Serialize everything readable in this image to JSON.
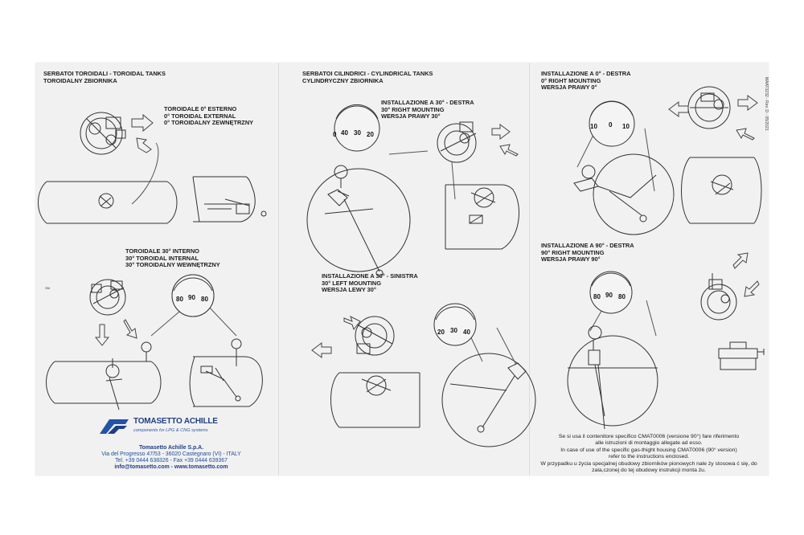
{
  "headings": {
    "toroidal_section": [
      "SERBATOI TOROIDALI - TOROIDAL TANKS",
      "TOROIDALNY ZBIORNIKA"
    ],
    "toroidal_0": [
      "TOROIDALE 0° ESTERNO",
      "0° TOROIDAL EXTERNAL",
      "0° TOROIDALNY ZEWNĘTRZNY"
    ],
    "toroidal_30": [
      "TOROIDALE 30° INTERNO",
      "30° TOROIDAL INTERNAL",
      "30° TOROIDALNY WEWNĘTRZNY"
    ],
    "cylindrical_section": [
      "SERBATOI CILINDRICI - CYLINDRICAL TANKS",
      "CYLINDRYCZNY ZBIORNIKA"
    ],
    "right_30": [
      "INSTALLAZIONE A 30° - DESTRA",
      "30° RIGHT MOUNTING",
      "WERSJA PRAWY 30°"
    ],
    "left_30": [
      "INSTALLAZIONE A 30° - SINISTRA",
      "30° LEFT MOUNTING",
      "WERSJA LEWY 30°"
    ],
    "right_0": [
      "INSTALLAZIONE A 0° - DESTRA",
      "0° RIGHT MOUNTING",
      "WERSJA PRAWY 0°"
    ],
    "right_90": [
      "INSTALLAZIONE A 90° - DESTRA",
      "90° RIGHT MOUNTING",
      "WERSJA PRAWY 90°"
    ]
  },
  "dials": {
    "cyl_right_30": [
      "0",
      "40",
      "30",
      "20"
    ],
    "tor_30": [
      "80",
      "90",
      "80"
    ],
    "cyl_left_30": [
      "20",
      "30",
      "40"
    ],
    "right_0": [
      "10",
      "0",
      "10"
    ],
    "right_90": [
      "80",
      "90",
      "80"
    ]
  },
  "document_code": "MAAT3232 - Rev. D - 05/2021",
  "note_lines": [
    "Se si usa il contenitore specifico CMAT0006 (versione 90°) fare riferimento",
    "alle istruzioni di montaggio allegate ad esso.",
    "In case of use of the specific gas-thight housing CMAT0006 (90° version)",
    "refer to the instructions enclosed.",
    "W przypadku u życia specjalnej obudowy zbiorników pionowych nale ży stosowa ć się, do",
    "zala,czonej do tej obudowy instrukcji monta żu."
  ],
  "company": {
    "brand": "TOMASETTO ACHILLE",
    "tagline": "components for LPG & CNG systems",
    "name": "Tomasetto Achille S.p.A.",
    "address": "Via del Progresso 47/53 - 36020 Castegnaro (VI) - ITALY",
    "phone_fax": "Tel. +39 0444 638326 - Fax +39 0444 639367",
    "contacts": "info@tomasetto.com - www.tomasetto.com"
  },
  "colors": {
    "paper": "#f1f1f1",
    "line": "#333333",
    "brand_blue": "#1f3f86"
  }
}
